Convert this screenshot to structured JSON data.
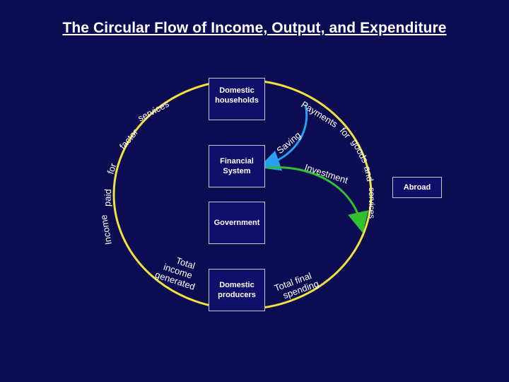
{
  "title": "The Circular Flow of Income, Output, and Expenditure",
  "boxes": {
    "households": [
      "Domestic",
      "households"
    ],
    "financial": [
      "Financial",
      "System"
    ],
    "government": "Government",
    "producers": [
      "Domestic",
      "producers"
    ],
    "abroad": "Abroad"
  },
  "arc_labels": {
    "payments": "Payments",
    "for": "for",
    "goods": "goods",
    "and": "and",
    "services_right": "services",
    "income": "Income",
    "paid": "paid",
    "for_left": "for",
    "factor": "factor",
    "services_left": "services",
    "saving": "Saving",
    "investment": "Investment"
  },
  "flow_labels": {
    "total_income": [
      "Total",
      "income",
      "generated"
    ],
    "total_spending": [
      "Total final",
      "spending"
    ]
  },
  "colors": {
    "background": "#0c0c52",
    "circle": "#f0e040",
    "saving_arrow": "#2aa0f0",
    "investment_arrow": "#30c030"
  }
}
